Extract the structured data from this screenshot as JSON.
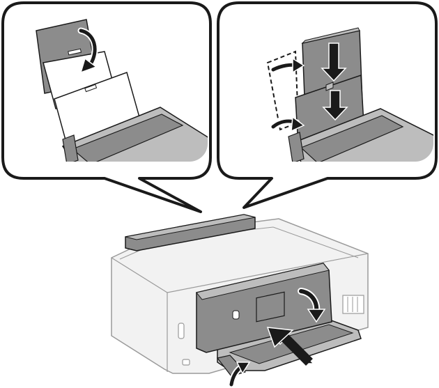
{
  "figure": {
    "callouts": [
      {
        "id": "left",
        "icon": "paper-support-extend-illustration"
      },
      {
        "id": "right",
        "icon": "paper-load-and-edge-guide-illustration"
      }
    ],
    "printer": {
      "icon": "printer-output-tray-extend-illustration"
    },
    "colors": {
      "outline": "#1a1a1a",
      "paper_gray": "#8c8c8c",
      "light_gray": "#bdbdbd",
      "panel_white": "#ffffff",
      "body_fill": "#f2f2f2",
      "printer_outline": "#9a9a9a"
    }
  }
}
